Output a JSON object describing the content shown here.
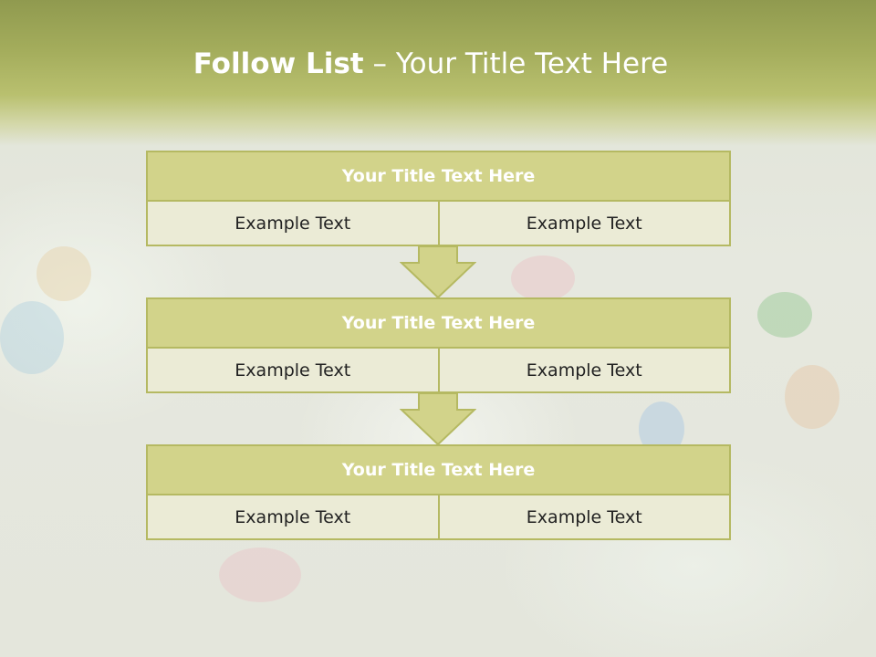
{
  "slide": {
    "title_bold": "Follow List",
    "title_rest": " – Your Title Text Here"
  },
  "steps": [
    {
      "title": "Your Title Text Here",
      "left": "Example Text",
      "right": "Example Text"
    },
    {
      "title": "Your Title Text Here",
      "left": "Example Text",
      "right": "Example Text"
    },
    {
      "title": "Your Title Text Here",
      "left": "Example Text",
      "right": "Example Text"
    }
  ],
  "colors": {
    "header": "#a4ad5c",
    "title_bar": "#d2d38a",
    "cell": "#ebebd6",
    "border": "#b5b962",
    "arrow": "#d2d38a"
  }
}
